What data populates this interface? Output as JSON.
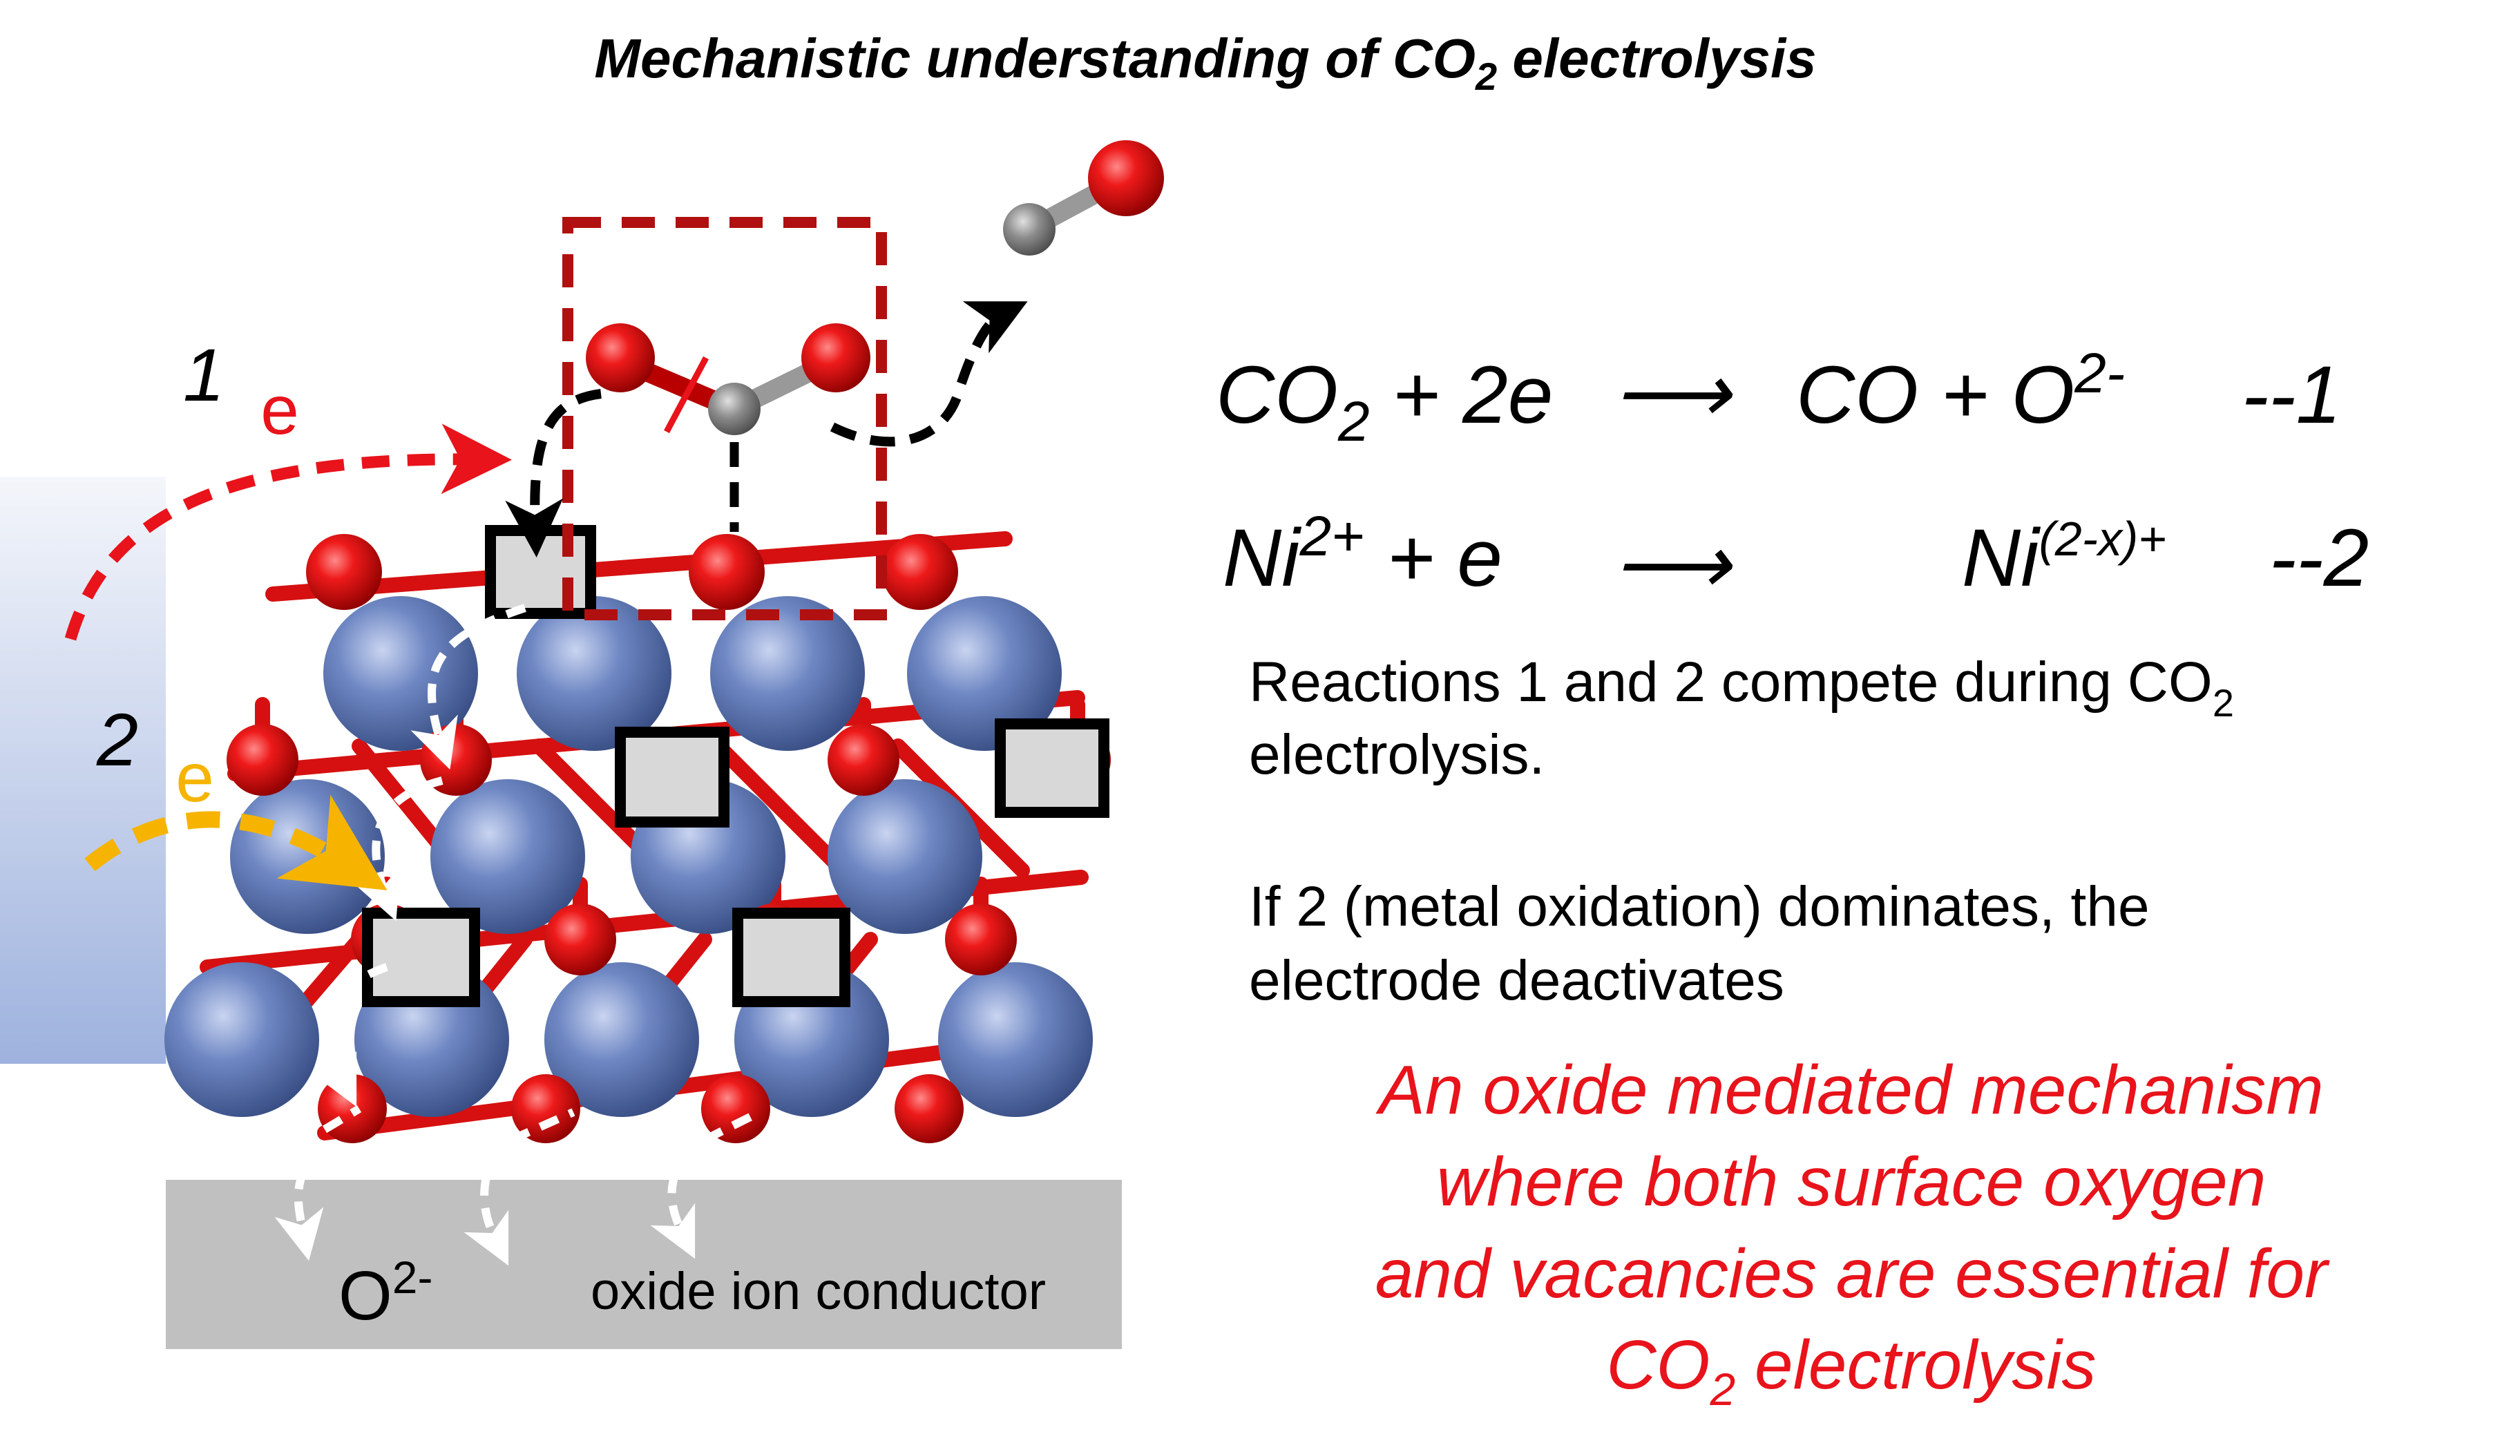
{
  "title": {
    "prefix": "Mechanistic understanding of CO",
    "sub": "2",
    "suffix": " electrolysis"
  },
  "equation1": {
    "lhs": "CO",
    "lhs_sub": "2",
    "lhs_rest": " + 2e",
    "rhs": "CO + O",
    "rhs_sup": "2-",
    "label": "--1"
  },
  "equation2": {
    "lhs": "Ni",
    "lhs_sup": "2+",
    "lhs_rest": " + e",
    "rhs": "Ni",
    "rhs_sup": "(2-x)+",
    "label": "--2"
  },
  "arrow_glyph": "⟶",
  "text_compete": {
    "line1": "Reactions 1 and 2 compete during CO",
    "line1_sub": "2",
    "line2": "electrolysis."
  },
  "text_dominates": {
    "line1": "If 2 (metal oxidation) dominates, the",
    "line2": "electrode deactivates"
  },
  "conclusion": {
    "line1": "An oxide mediated mechanism",
    "line2": "where both surface oxygen",
    "line3": "and vacancies are essential for",
    "line4_prefix": "CO",
    "line4_sub": "2",
    "line4_suffix": " electrolysis"
  },
  "pathway1": {
    "number": "1",
    "electron": "e"
  },
  "pathway2": {
    "number": "2",
    "electron": "e"
  },
  "conductor": {
    "ion": "O",
    "ion_sup": "2-",
    "label": "oxide ion conductor"
  },
  "colors": {
    "oxygen": "#e01010",
    "nickel": "#6b84bf",
    "carbon": "#8c8c8c",
    "vacancy_fill": "#d8d8d8",
    "conductor": "#c0c0c0",
    "electrode_gradient_top": "#f4f6fb",
    "electrode_gradient_bottom": "#9eb2de",
    "red_text": "#e8131b",
    "dark_red_box": "#b01010",
    "yellow_arrow": "#f6b400"
  }
}
